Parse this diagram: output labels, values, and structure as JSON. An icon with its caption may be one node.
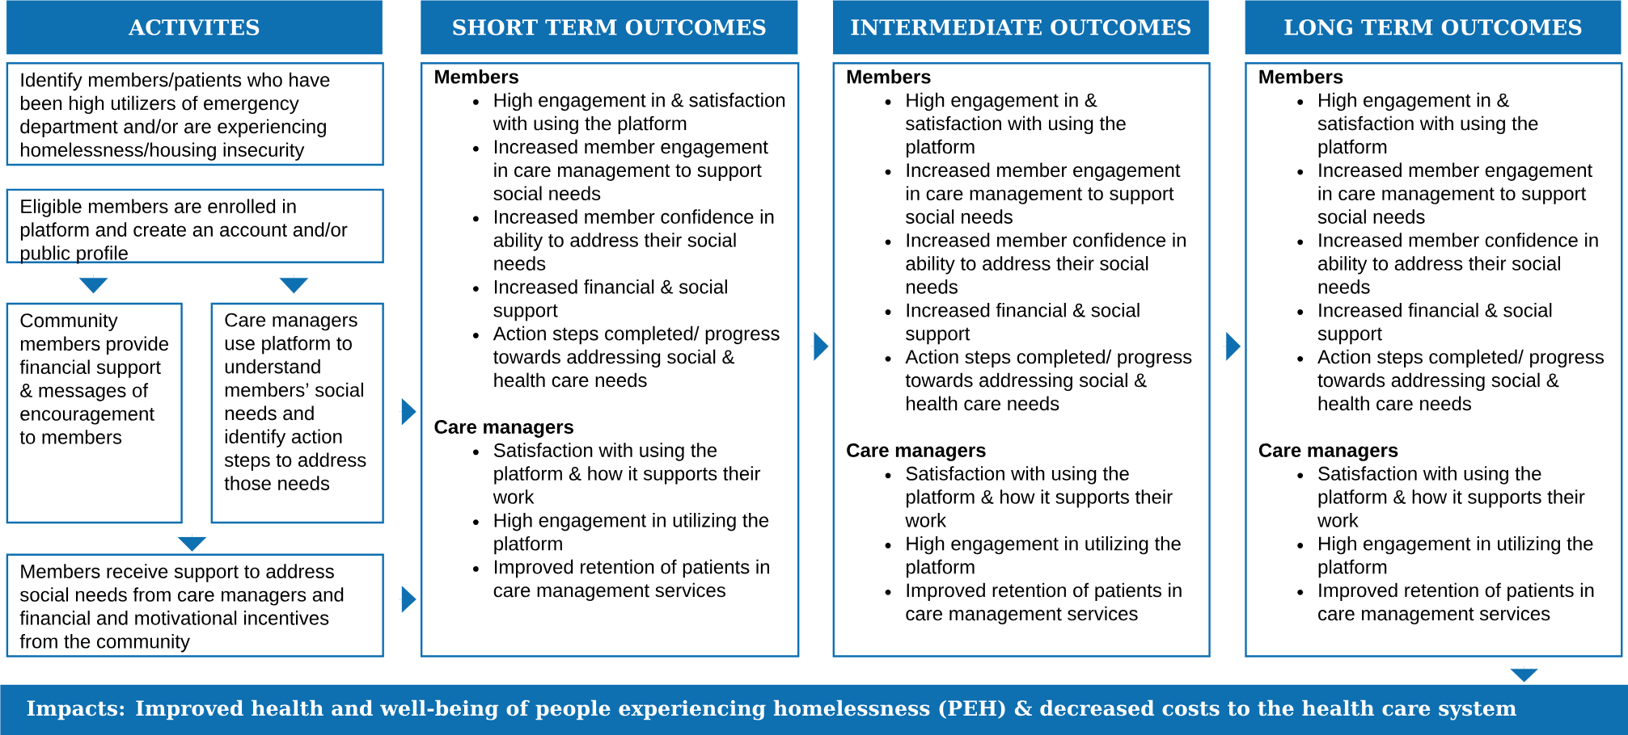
{
  "diagram": {
    "nodes": [
      {
        "text": [
          "ACTIVITES"
        ]
      },
      {
        "text": [
          "SHORT TERM OUTCOMES"
        ]
      },
      {
        "text": [
          "INTERMEDIATE OUTCOMES"
        ]
      },
      {
        "text": [
          "LONG TERM OUTCOMES"
        ]
      },
      {
        "text": [
          "Identify members/patients who have been high utilizers of emergency department and/or are experiencing homelessness/housing insecurity"
        ]
      },
      {
        "text": [
          "Eligible members are enrolled in platform and create an account and/or public profile"
        ]
      },
      {
        "text": [
          "Community members provide financial support & messages of encouragement to members"
        ]
      },
      {
        "text": [
          "Care managers use platform to understand members’ social needs and identify action steps to address those needs"
        ]
      },
      {
        "text": [
          "Members receive support to address social needs from care managers and financial and motivational incentives from the community"
        ]
      },
      {
        "text": [
          "Members",
          "High engagement in & satisfaction with using the platform",
          "Increased member engagement in care management to support social needs",
          "Increased member confidence in ability to address their social needs",
          "Increased financial & social support",
          "Action steps completed/ progress towards addressing social & health care needs",
          "Care managers",
          "Satisfaction with using the platform & how it supports their work",
          "High engagement in utilizing the platform",
          "Improved retention of patients in care management services"
        ]
      },
      {
        "text": [
          "Members",
          "High engagement in & satisfaction with using the platform",
          "Increased member engagement in care management to support social needs",
          "Increased member confidence in ability to address their social needs",
          "Increased financial & social support",
          "Action steps completed/ progress towards addressing social & health care needs",
          "Care managers",
          "Satisfaction with using the platform & how it supports their work",
          "High engagement in utilizing the platform",
          "Improved retention of patients in care management services"
        ]
      },
      {
        "text": [
          "Members",
          "High engagement in & satisfaction with using the platform",
          "Increased member engagement in care management to support social needs",
          "Increased member confidence in ability to address their social needs",
          "Increased financial & social support",
          "Action steps completed/ progress towards addressing social & health care needs",
          "Care managers",
          "Satisfaction with using the platform & how it supports their work",
          "High engagement in utilizing the platform",
          "Improved retention of patients in care management services"
        ]
      },
      {
        "text": [
          "Impacts: Improved health and well-being of people experiencing homelessness (PEH) & decreased costs to the health care system"
        ]
      }
    ],
    "edges": [
      {
        "from": 5,
        "to": 6,
        "arrow": "to"
      },
      {
        "from": 5,
        "to": 7,
        "arrow": "to"
      },
      {
        "from": 6,
        "to": 8,
        "arrow": "to"
      },
      {
        "from": 7,
        "to": 9,
        "arrow": "to"
      },
      {
        "from": 8,
        "to": 9,
        "arrow": "to"
      },
      {
        "from": 9,
        "to": 10,
        "arrow": "to"
      },
      {
        "from": 10,
        "to": 11,
        "arrow": "to"
      },
      {
        "from": 11,
        "to": 12,
        "arrow": "to"
      }
    ]
  }
}
